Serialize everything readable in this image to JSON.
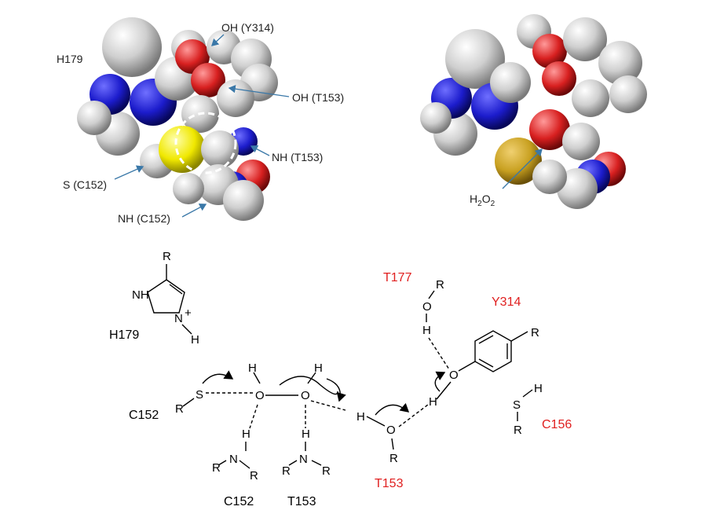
{
  "structures": {
    "left_labels": {
      "h179": "H179",
      "oh_y314": "OH (Y314)",
      "oh_t153": "OH (T153)",
      "nh_t153": "NH (T153)",
      "s_c152": "S (C152)",
      "nh_c152": "NH (C152)"
    },
    "right_labels": {
      "h2o2_main": "H",
      "h2o2_sub": "2",
      "h2o2_o": "O",
      "h2o2_sub2": "2"
    }
  },
  "scheme": {
    "residues": {
      "h179": "H179",
      "c152_left": "C152",
      "c152_bottom": "C152",
      "t153_bottom": "T153",
      "t177": "T177",
      "y314": "Y314",
      "t153_red": "T153",
      "c156": "C156"
    },
    "atoms": {
      "R": "R",
      "NH": "NH",
      "N": "N",
      "plus": "+",
      "H": "H",
      "S": "S",
      "O": "O"
    }
  },
  "colors": {
    "carbon": "#c8c8c8",
    "nitrogen": "#1c1ccc",
    "oxygen": "#d82020",
    "sulfur": "#f0e800",
    "sulfur_dim": "#c8a020",
    "red_label": "#e02020",
    "arrow_blue": "#3a78a8"
  }
}
